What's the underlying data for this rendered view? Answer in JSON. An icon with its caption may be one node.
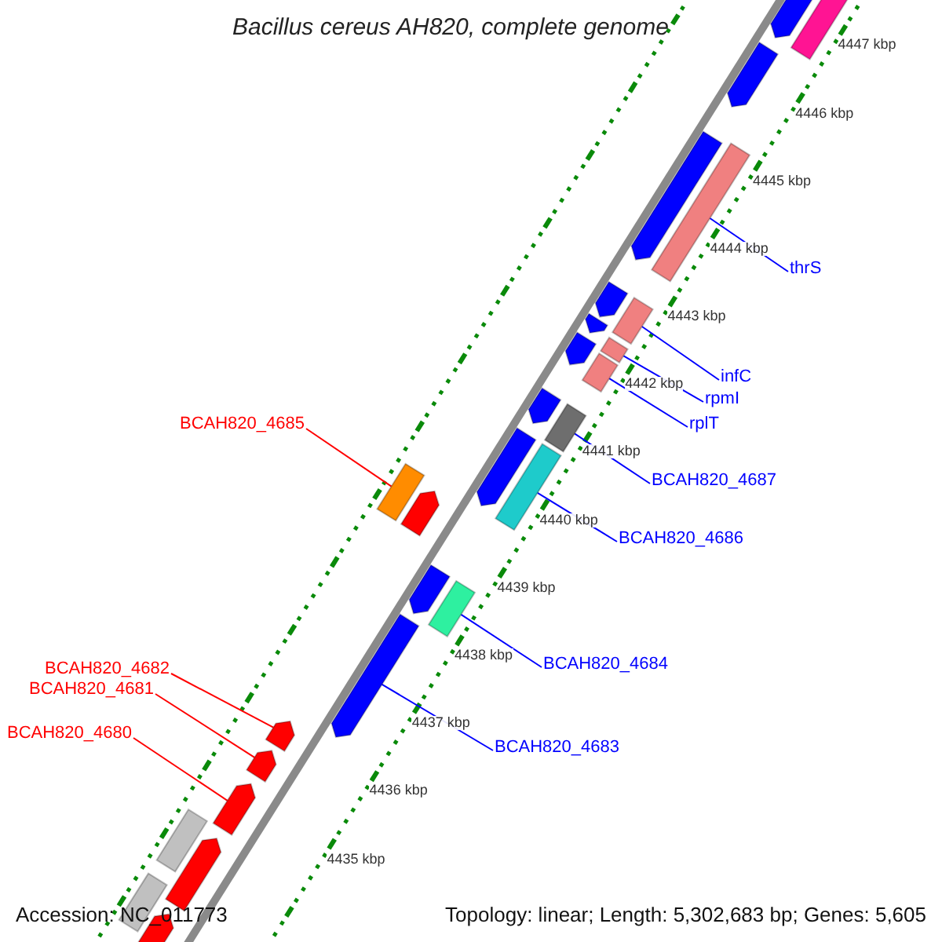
{
  "diagram": {
    "title": "Bacillus cereus AH820, complete genome",
    "nodes": [
      {
        "text": [
          "thrS"
        ]
      },
      {
        "text": [
          "infC"
        ]
      },
      {
        "text": [
          "rpmI"
        ]
      },
      {
        "text": [
          "rplT"
        ]
      },
      {
        "text": [
          "BCAH820_4685"
        ]
      },
      {
        "text": [
          "BCAH820_4687"
        ]
      },
      {
        "text": [
          "BCAH820_4686"
        ]
      },
      {
        "text": [
          "BCAH820_4684"
        ]
      },
      {
        "text": [
          "BCAH820_4682"
        ]
      },
      {
        "text": [
          "BCAH820_4681"
        ]
      },
      {
        "text": [
          "BCAH820_4680"
        ]
      },
      {
        "text": [
          "BCAH820_4683"
        ]
      },
      {
        "text": [],
        "shape": "bar"
      },
      {
        "text": [],
        "shape": "bar"
      },
      {
        "text": [],
        "shape": "bar"
      },
      {
        "text": [],
        "shape": "bar"
      },
      {
        "text": [],
        "shape": "bar"
      },
      {
        "text": [],
        "shape": "bar"
      },
      {
        "text": [],
        "shape": "bar"
      },
      {
        "text": [],
        "shape": "bar"
      },
      {
        "text": [],
        "shape": "bar"
      },
      {
        "text": [],
        "shape": "bar"
      },
      {
        "text": [],
        "shape": "bar"
      },
      {
        "text": [],
        "shape": "bar"
      },
      {
        "text": [],
        "shape": "bar"
      },
      {
        "text": [],
        "shape": "bar"
      },
      {
        "text": [],
        "shape": "bar"
      },
      {
        "text": [],
        "shape": "bar"
      },
      {
        "text": [],
        "shape": "bar"
      },
      {
        "text": [],
        "shape": "bar"
      },
      {
        "text": [],
        "shape": "bar"
      },
      {
        "text": [],
        "shape": "bar"
      },
      {
        "text": [],
        "shape": "bar"
      },
      {
        "text": [],
        "shape": "bar"
      },
      {
        "text": [],
        "shape": "bar"
      },
      {
        "text": [],
        "shape": "bar"
      },
      {
        "text": [],
        "shape": "bar"
      },
      {
        "text": [],
        "shape": "bar"
      },
      {
        "text": [],
        "shape": "bar"
      }
    ],
    "edges": [
      {
        "from": 0,
        "to": 15,
        "arrow": "none"
      },
      {
        "from": 1,
        "to": 18,
        "arrow": "none"
      },
      {
        "from": 2,
        "to": 20,
        "arrow": "none"
      },
      {
        "from": 3,
        "to": 22,
        "arrow": "none"
      },
      {
        "from": 4,
        "to": 27,
        "arrow": "none",
        "color": "#ff0000"
      },
      {
        "from": 5,
        "to": 24,
        "arrow": "none"
      },
      {
        "from": 6,
        "to": 26,
        "arrow": "none"
      },
      {
        "from": 7,
        "to": 30,
        "arrow": "none"
      },
      {
        "from": 8,
        "to": 32,
        "arrow": "none",
        "color": "#ff0000"
      },
      {
        "from": 9,
        "to": 33,
        "arrow": "none",
        "color": "#ff0000"
      },
      {
        "from": 10,
        "to": 34,
        "arrow": "none",
        "color": "#ff0000"
      },
      {
        "from": 11,
        "to": 31,
        "arrow": "none"
      }
    ],
    "labels": [
      "4447 kbp",
      "4446 kbp",
      "4445 kbp",
      "4444 kbp",
      "4443 kbp",
      "4442 kbp",
      "4441 kbp",
      "4440 kbp",
      "4439 kbp",
      "4438 kbp",
      "4437 kbp",
      "4436 kbp",
      "4435 kbp",
      "Accession: NC_011773",
      "Topology: linear; Length: 5,302,683 bp; Genes: 5,605"
    ]
  }
}
